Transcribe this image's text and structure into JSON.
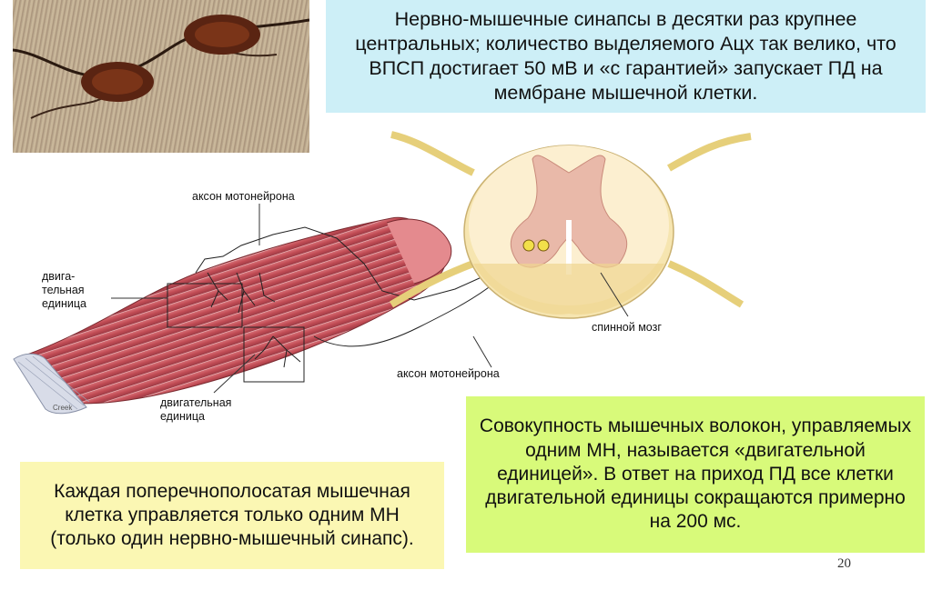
{
  "top_box": {
    "text": "Нервно-мышечные синапсы в десятки раз крупнее центральных; количество выделяемого Ацх так велико, что ВПСП достигает 50 мВ и «с гарантией» запускает ПД на мембране мышечной клетки."
  },
  "labels": {
    "axon_top": "аксон мотонейрона",
    "motor_unit_left_1": "двига-",
    "motor_unit_left_2": "тельная",
    "motor_unit_left_3": "единица",
    "spinal_cord": "спинной мозг",
    "axon_bottom": "аксон мотонейрона",
    "motor_unit_bottom_1": "двигательная",
    "motor_unit_bottom_2": "единица",
    "artist_signature": "Creek"
  },
  "left_box": {
    "text": "Каждая поперечнополосатая мышечная клетка управляется только одним МН (только один нервно-мышечный синапс)."
  },
  "right_box": {
    "text": "Совокупность мышечных волокон, управляемых одним МН, называется «двигательной единицей». В ответ на приход ПД все клетки двигательной единицы сокращаются примерно на 200 мс."
  },
  "page_number": "20",
  "colors": {
    "top_box_bg": "#cdeff7",
    "left_box_bg": "#fbf7b3",
    "right_box_bg": "#d8fa7a",
    "muscle": "#c9525a"
  }
}
